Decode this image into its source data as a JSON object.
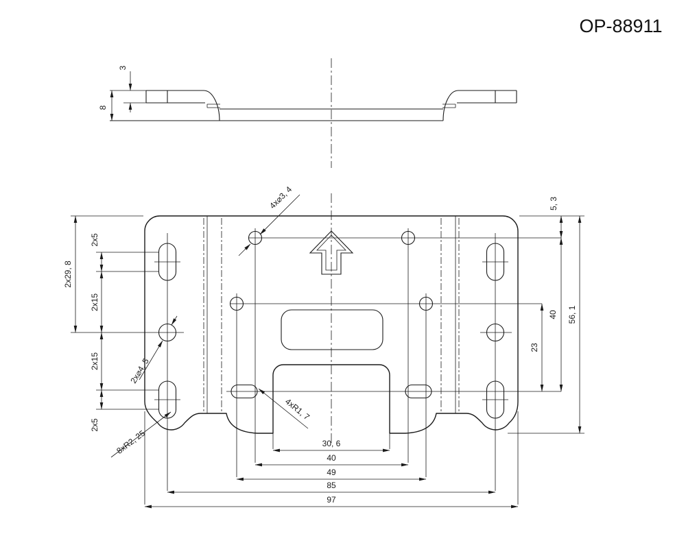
{
  "title": "OP-88911",
  "profile": {
    "flange_thickness": "3",
    "total_height": "8"
  },
  "plan": {
    "left": {
      "slot_straight_top": "2x5",
      "edge_to_hole": "2x29, 8",
      "pitch_upper": "2x15",
      "pitch_lower": "2x15",
      "slot_straight_bottom": "2x5"
    },
    "right": {
      "top_offset": "5, 3",
      "span_40": "40",
      "span_23": "23",
      "overall_height": "56, 1"
    },
    "bottom": {
      "cutout_width": "30, 6",
      "pitch_40": "40",
      "pitch_49": "49",
      "pitch_85": "85",
      "overall_width": "97"
    },
    "leaders": {
      "top_holes": "4x⌀3, 4",
      "side_holes": "2x⌀4, 5",
      "corner_slot_radius": "8xR2, 25",
      "bottom_slot_radius": "4xR1, 7"
    }
  }
}
